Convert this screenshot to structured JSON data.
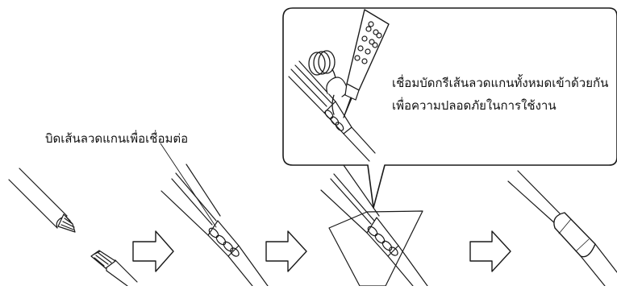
{
  "labels": {
    "twist_step": "บิดเส้นลวดแกนเพื่อเชื่อมต่อ",
    "solder_line1": "เชื่อมบัดกรีเส้นลวดแกนทั้งหมดเข้าด้วยกัน",
    "solder_line2": "เพื่อความปลอดภัยในการใช้งาน"
  },
  "steps": [
    {
      "id": "stripped-wires"
    },
    {
      "id": "twisted-wires"
    },
    {
      "id": "soldered-wires"
    },
    {
      "id": "insulated-wire"
    }
  ],
  "icons": [
    "arrow-right-icon",
    "soldering-iron-icon",
    "solder-coil-icon"
  ],
  "colors": {
    "stroke": "#1a1a1a",
    "fill": "#ffffff"
  }
}
